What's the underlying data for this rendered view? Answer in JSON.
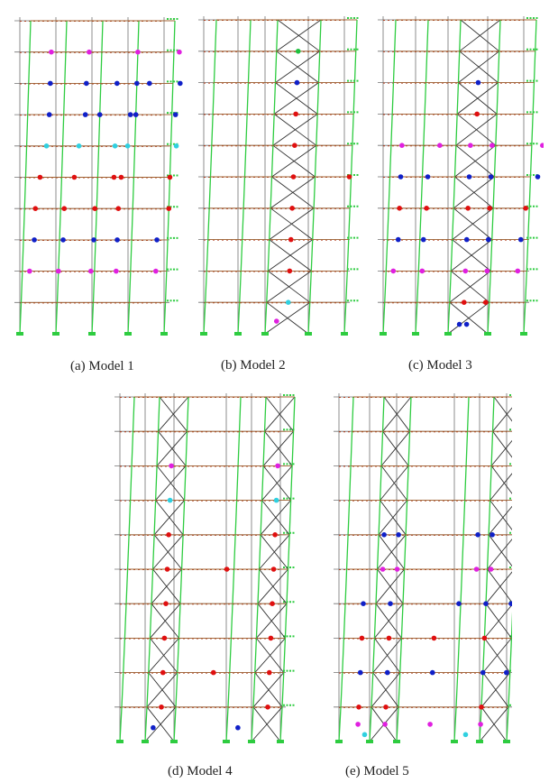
{
  "captions": {
    "model1": "(a) Model 1",
    "model2": "(b) Model 2",
    "model3": "(c) Model 3",
    "model4": "(d) Model 4",
    "model5": "(e) Model 5"
  },
  "colors": {
    "frame": "#707070",
    "deflected_column": "#2ecc40",
    "beam_axis": "#b04020",
    "hinge_red": "#e01010",
    "hinge_blue": "#1020c8",
    "hinge_magenta": "#e020e0",
    "hinge_cyan": "#30d0e0",
    "hinge_green": "#20c040"
  },
  "hinge_legend": [
    "red",
    "blue",
    "magenta",
    "cyan",
    "green"
  ]
}
